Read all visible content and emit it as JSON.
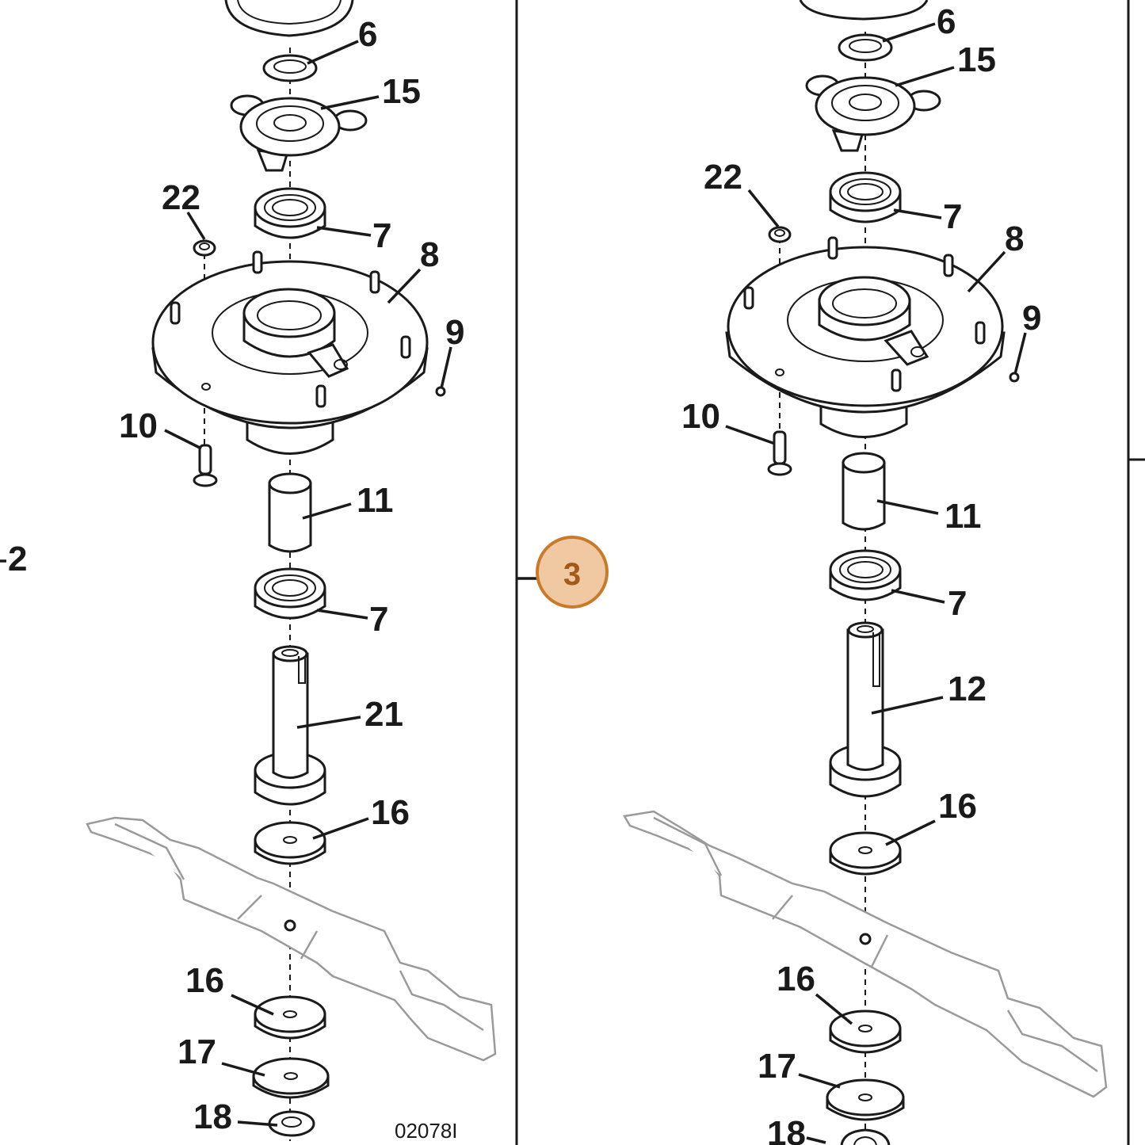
{
  "diagram": {
    "drawing_code": "02078I",
    "callout": "3",
    "edge_label_left": "2",
    "left_assembly": {
      "labels": [
        "6",
        "15",
        "22",
        "7",
        "8",
        "9",
        "10",
        "11",
        "7",
        "21",
        "16",
        "16",
        "17",
        "18"
      ]
    },
    "right_assembly": {
      "labels": [
        "6",
        "15",
        "22",
        "7",
        "8",
        "9",
        "10",
        "11",
        "7",
        "12",
        "16",
        "16",
        "17",
        "18"
      ]
    },
    "colors": {
      "line": "#1a1a1a",
      "blade": "#9a9a9a",
      "callout_fill": "#f0c9a3",
      "callout_stroke": "#c97a2b",
      "callout_text": "#a05a1a"
    }
  }
}
